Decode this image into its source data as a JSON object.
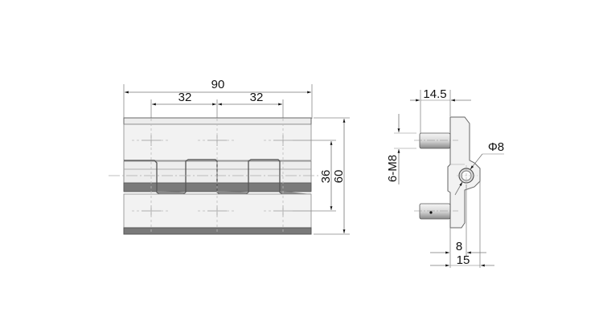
{
  "drawing": {
    "type": "hinge technical drawing",
    "front_view": {
      "dimensions": {
        "overall_width": "90",
        "hole_spacing_left": "32",
        "hole_spacing_right": "32",
        "hole_spacing_vertical": "36",
        "overall_height": "60"
      },
      "knuckle_count": 6,
      "hole_count": 6
    },
    "side_view": {
      "dimensions": {
        "stud_length": "14.5",
        "thread_spec": "6-M8",
        "pin_diameter": "Φ8",
        "pin_offset": "8",
        "overall_depth": "15"
      }
    },
    "colors": {
      "outline": "#555555",
      "fill_light": "#f2f2f2",
      "fill_mid": "#e6e6e6",
      "fill_dark": "#7a7a7a",
      "dim_line": "#777777",
      "text": "#111111"
    }
  }
}
